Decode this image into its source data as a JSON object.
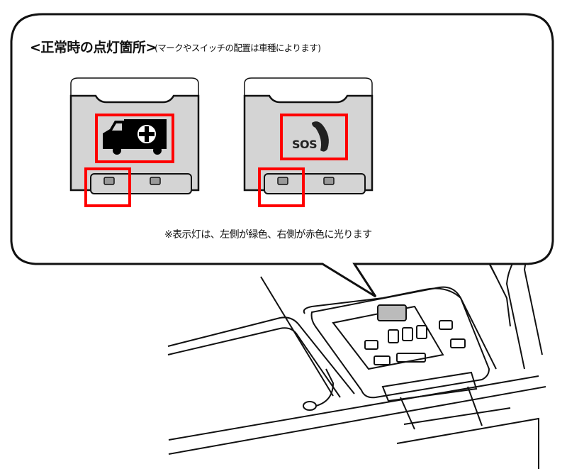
{
  "callout": {
    "title": "<正常時の点灯箇所>",
    "subtitle": "(マークやスイッチの配置は車種によります)",
    "note": "※表示灯は、左側が緑色、右側が赤色に光ります"
  },
  "panels": [
    {
      "name": "emergency-vehicle-panel",
      "icon": "ambulance-icon",
      "indicator_left_color": "green",
      "indicator_right_color": "red"
    },
    {
      "name": "sos-panel",
      "icon": "sos-phone-icon",
      "label": "SOS",
      "indicator_left_color": "green",
      "indicator_right_color": "red"
    }
  ],
  "colors": {
    "highlight": "#ff0000",
    "panel_fill": "#d4d4d4",
    "outline": "#111111"
  }
}
